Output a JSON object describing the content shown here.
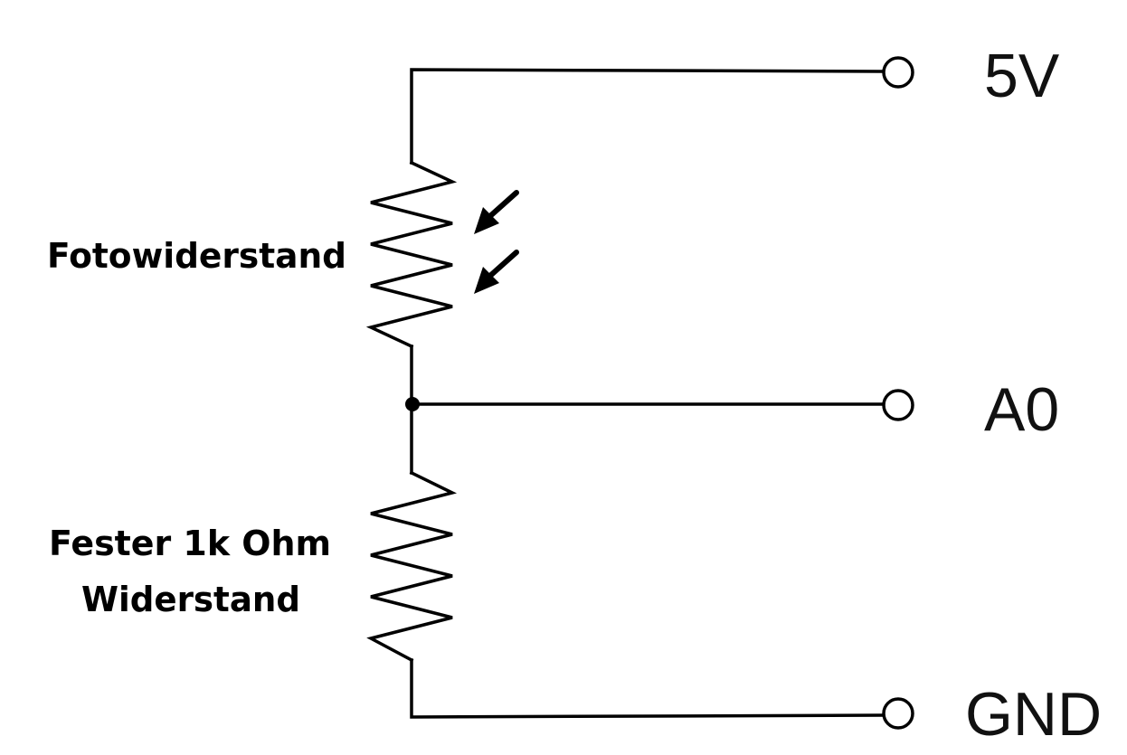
{
  "diagram": {
    "terminals": {
      "vcc": "5V",
      "analog": "A0",
      "ground": "GND"
    },
    "components": {
      "photoresistor": "Fotowiderstand",
      "fixed_resistor_line1": "Fester 1k Ohm",
      "fixed_resistor_line2": "Widerstand"
    },
    "colors": {
      "stroke": "#000000",
      "background": "#ffffff"
    }
  }
}
